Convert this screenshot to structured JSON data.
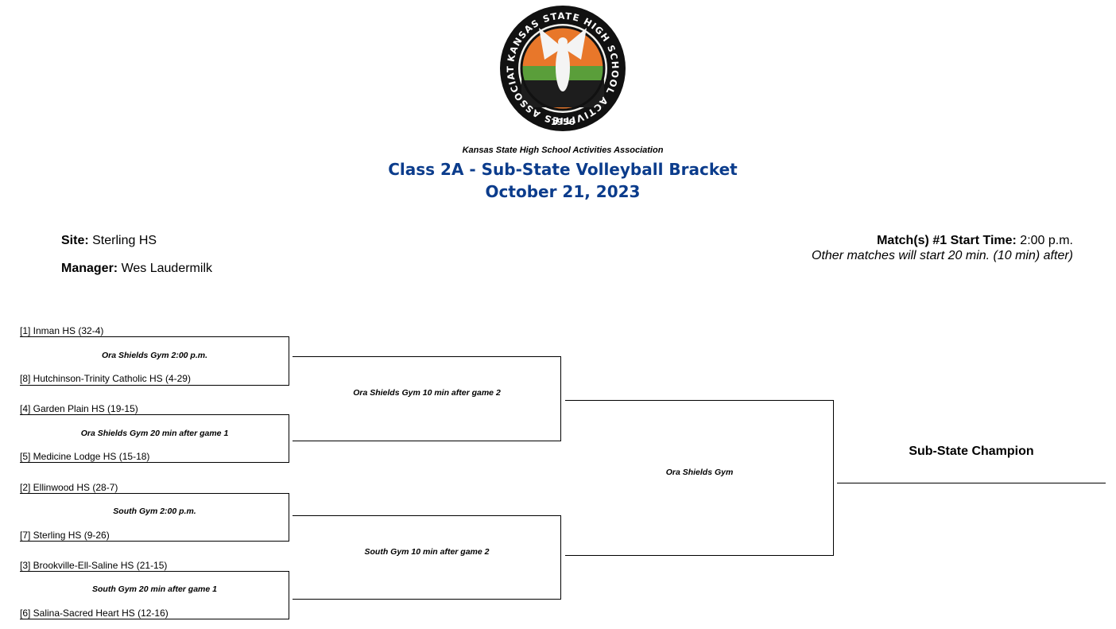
{
  "header": {
    "organization": "Kansas State High School Activities Association",
    "title": "Class 2A - Sub-State Volleyball Bracket",
    "date": "October 21, 2023",
    "logo": {
      "ring_text_top": "KANSAS STATE HIGH SCHOOL ACTIVITIES ASSOCIATION, INC.",
      "year": "1956"
    }
  },
  "info": {
    "site_label": "Site:",
    "site_value": "Sterling HS",
    "manager_label": "Manager:",
    "manager_value": "Wes Laudermilk",
    "start_label": "Match(s) #1 Start Time:",
    "start_value": "2:00 p.m.",
    "start_note": "Other matches will start 20 min. (10 min) after)"
  },
  "bracket": {
    "teams": [
      "[1] Inman HS (32-4)",
      "[8] Hutchinson-Trinity Catholic HS (4-29)",
      "[4] Garden Plain HS (19-15)",
      "[5] Medicine Lodge HS (15-18)",
      "[2] Ellinwood HS (28-7)",
      "[7] Sterling HS (9-26)",
      "[3] Brookville-Ell-Saline HS (21-15)",
      "[6] Salina-Sacred Heart HS (12-16)"
    ],
    "round1_games": [
      "Ora Shields Gym 2:00 p.m.",
      "Ora Shields Gym 20 min after game 1",
      "South Gym 2:00 p.m.",
      "South Gym 20 min after game 1"
    ],
    "round2_games": [
      "Ora Shields Gym 10 min after game 2",
      "South Gym 10 min after game 2"
    ],
    "final_game": "Ora Shields Gym",
    "champion_label": "Sub-State Champion"
  },
  "colors": {
    "title_blue": "#0b3c8c"
  }
}
